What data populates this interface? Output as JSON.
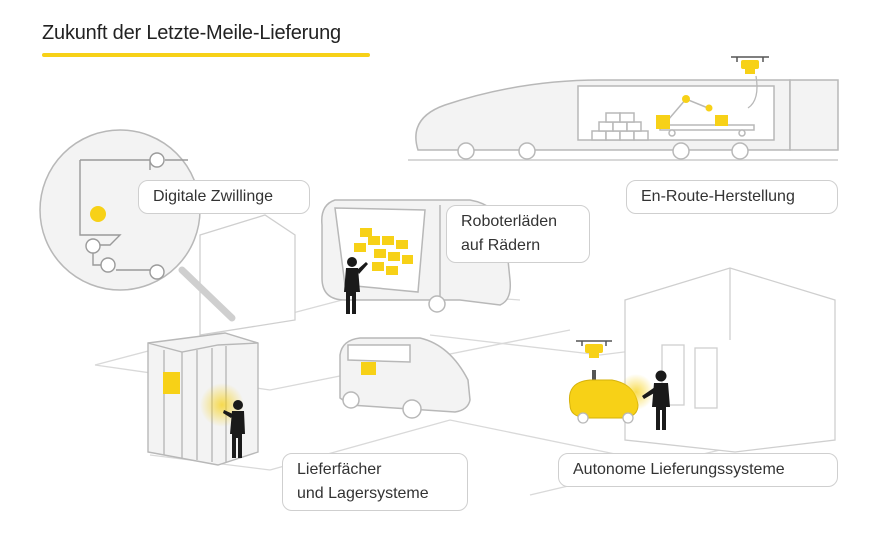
{
  "title": "Zukunft der Letzte-Meile-Lieferung",
  "colors": {
    "accent": "#f7d117",
    "line": "#b8b8b8",
    "fill": "#f3f3f3",
    "figure": "#1a1a1a"
  },
  "icons": {
    "train": "train-icon",
    "drone": "drone-icon",
    "robot_arm": "robot-arm-icon",
    "lockers": "locker-icon",
    "vehicle": "autonomous-vehicle-icon",
    "robot_store": "robot-store-icon",
    "person": "person-icon",
    "magnifier": "magnifier-icon"
  },
  "labels": {
    "digital_twins": "Digitale Zwillinge",
    "en_route": "En-Route-Herstellung",
    "robot_stores": "Roboterläden\nauf Rädern",
    "lockers": "Lieferfächer\nund Lagersysteme",
    "autonomous": "Autonome Lieferungssysteme"
  }
}
